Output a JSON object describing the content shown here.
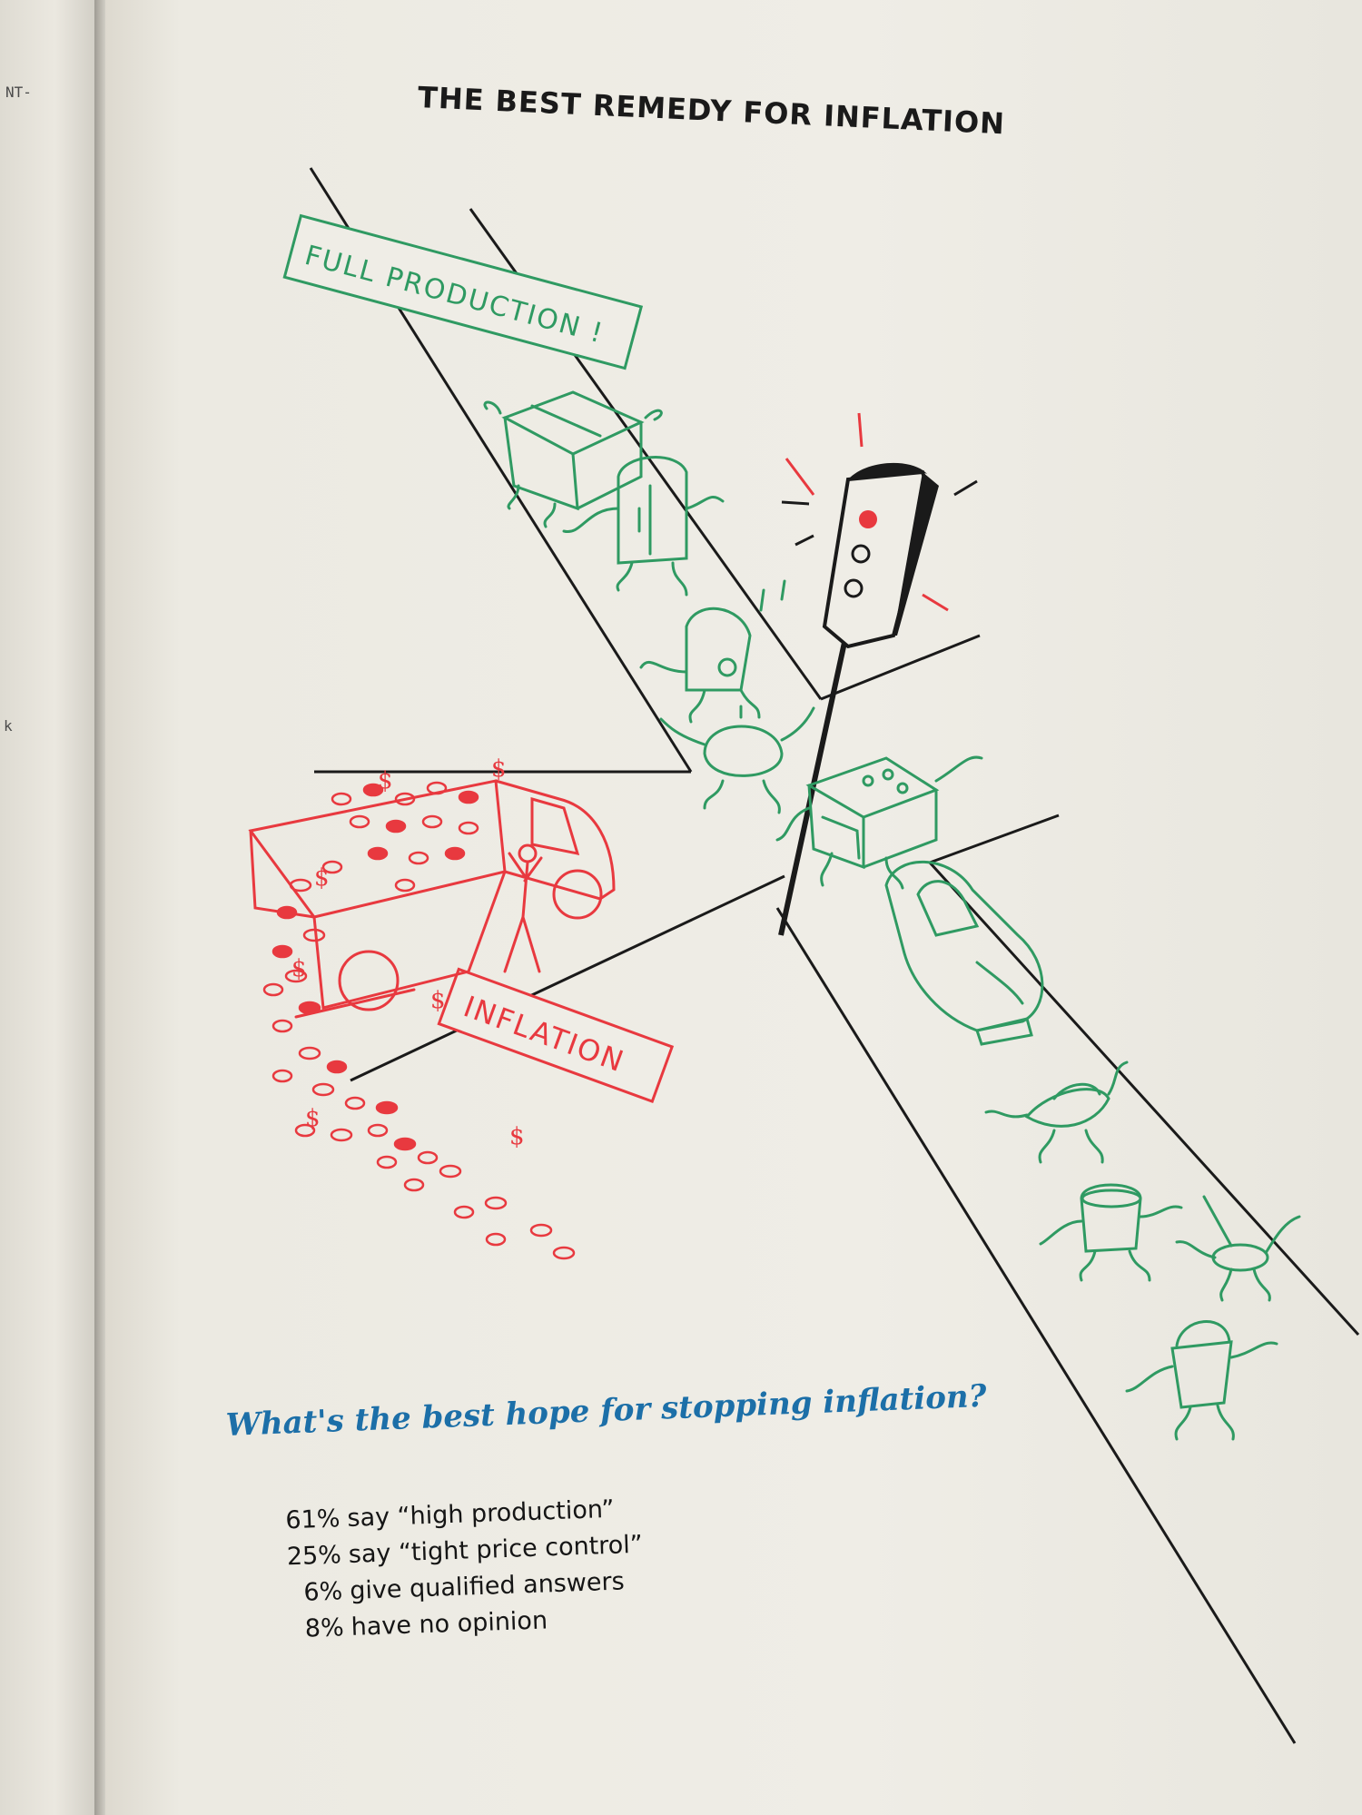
{
  "title": "THE BEST REMEDY FOR INFLATION",
  "signs": {
    "full_production": "FULL PRODUCTION !",
    "inflation": "INFLATION"
  },
  "question": "What's the best hope for stopping inflation?",
  "results": [
    {
      "pct": "61%",
      "text": "say “high production”"
    },
    {
      "pct": "25%",
      "text": "say “tight price control”"
    },
    {
      "pct": "6%",
      "text": "give qualified answers"
    },
    {
      "pct": "8%",
      "text": "have no opinion"
    }
  ],
  "left_page_fragments": [
    "NT-",
    "k"
  ],
  "colors": {
    "ink": "#1a1a1a",
    "green": "#2f9a62",
    "red": "#e8393f",
    "blue": "#1c6fa8",
    "paper": "#efede6"
  }
}
